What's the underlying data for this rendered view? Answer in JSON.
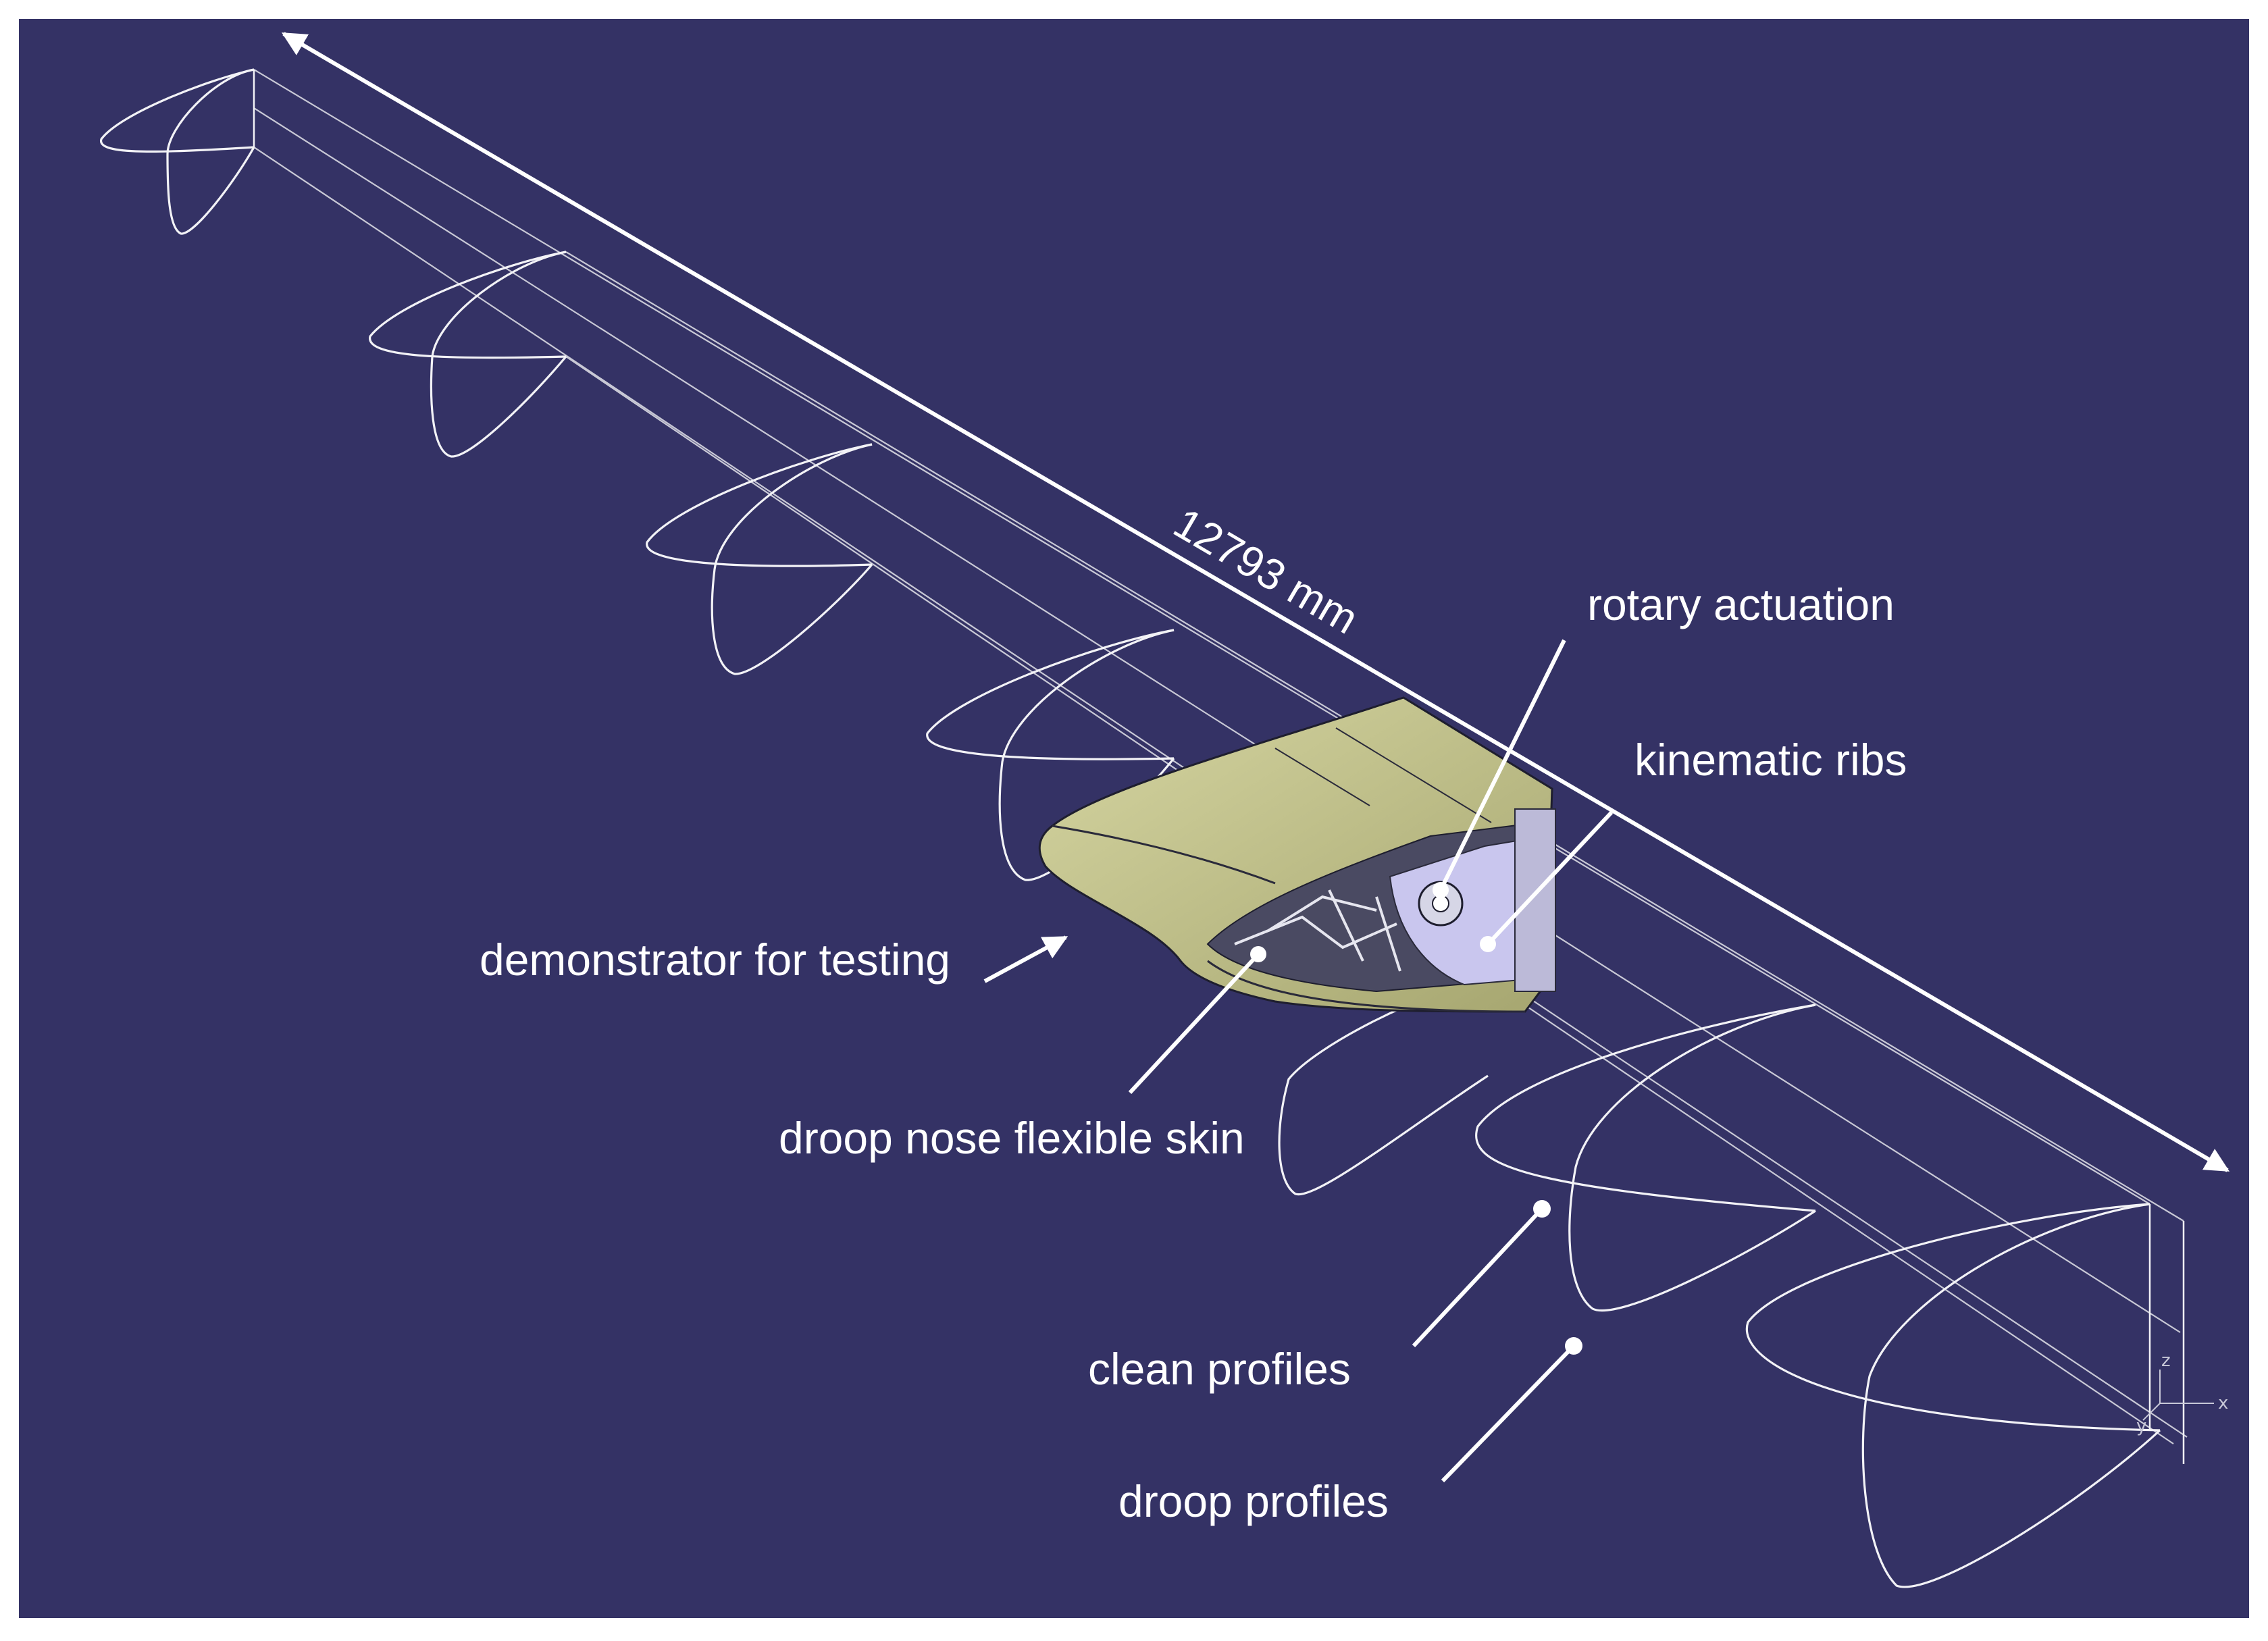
{
  "colors": {
    "background": "#343265",
    "wire": "#c9c9d6",
    "profile": "#f2f2f6",
    "skin": "#c6c68f",
    "skin_shadow": "#8f8f5e",
    "rib": "#c9c6ee",
    "annotation": "#ffffff"
  },
  "dimension": {
    "label": "12793 mm"
  },
  "labels": {
    "rotary_actuation": "rotary actuation",
    "kinematic_ribs": "kinematic ribs",
    "demonstrator": "demonstrator for testing",
    "droop_nose_skin": "droop nose flexible skin",
    "clean_profiles": "clean profiles",
    "droop_profiles": "droop profiles"
  },
  "axes": {
    "z": "z",
    "x": "x",
    "y": "y"
  }
}
